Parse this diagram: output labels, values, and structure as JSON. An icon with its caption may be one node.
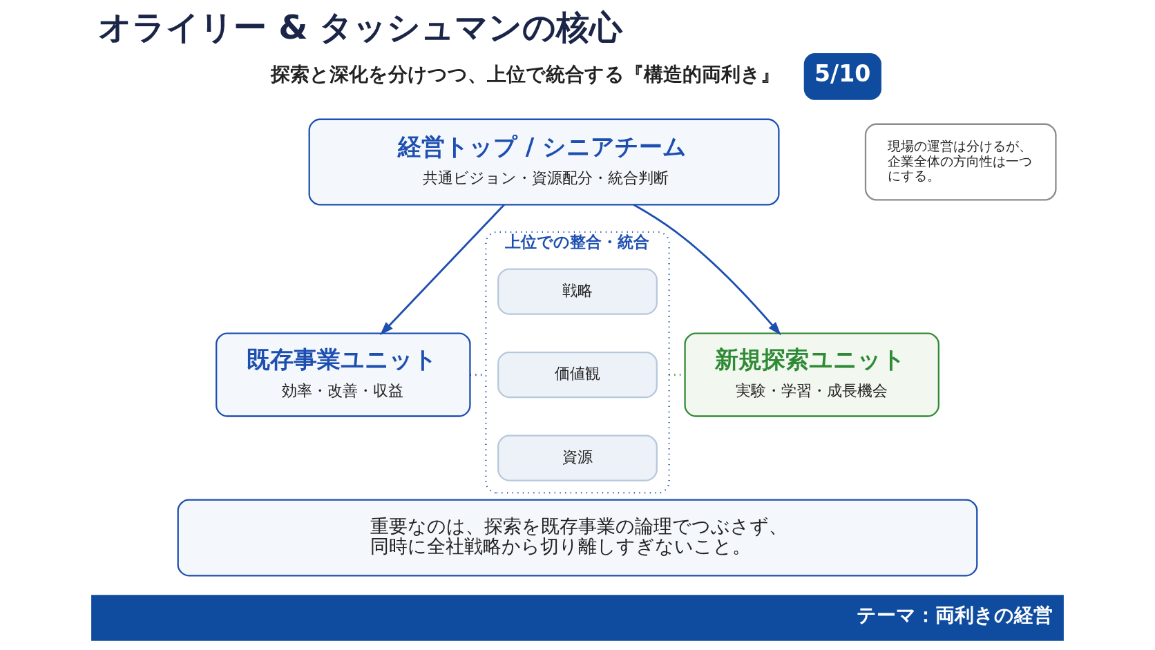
{
  "diagram": {
    "title": "オライリー & タッシュマンの核心",
    "nodes": [
      {
        "text": [
          "経営トップ / シニアチーム",
          "共通ビジョン・資源配分・統合判断"
        ]
      },
      {
        "text": [
          "現場の運営は分けるが、企業全体の方向性は一つにする。"
        ]
      },
      {
        "text": [
          "既存事業ユニット",
          "効率・改善・収益"
        ]
      },
      {
        "text": [
          "上位での整合・統合"
        ]
      },
      {
        "text": [
          "戦略"
        ],
        "in": 3
      },
      {
        "text": [
          "価値観"
        ],
        "in": 3
      },
      {
        "text": [
          "資源"
        ],
        "in": 3
      },
      {
        "text": [
          "新規探索ユニット",
          "実験・学習・成長機会"
        ]
      },
      {
        "text": [
          "重要なのは、探索を既存事業の論理でつぶさず、同時に全社戦略から切り離しすぎないこと。"
        ]
      }
    ],
    "edges": [
      {
        "from": 0,
        "to": 2,
        "arrow": "to"
      },
      {
        "from": 0,
        "to": 7,
        "arrow": "to"
      },
      {
        "from": 2,
        "to": 3,
        "arrow": "none",
        "style": "dashed"
      },
      {
        "from": 3,
        "to": 7,
        "arrow": "none",
        "style": "dashed",
        "color": "#2f8a36"
      }
    ],
    "labels": [
      "5/10",
      "探索と深化を分けつつ、上位で統合する『構造的両利き』",
      "テーマ：両利きの経営"
    ]
  }
}
